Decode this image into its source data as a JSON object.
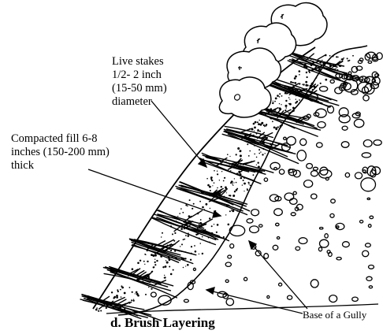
{
  "labels": {
    "live_stakes": [
      "Live stakes",
      "1/2- 2 inch",
      "(15-50 mm)",
      "diameter"
    ],
    "compacted_fill": [
      "Compacted fill 6-8",
      "inches (150-200 mm)",
      "thick"
    ],
    "base_of_gully": "Base of a Gully"
  },
  "caption": "d. Brush Layering"
}
